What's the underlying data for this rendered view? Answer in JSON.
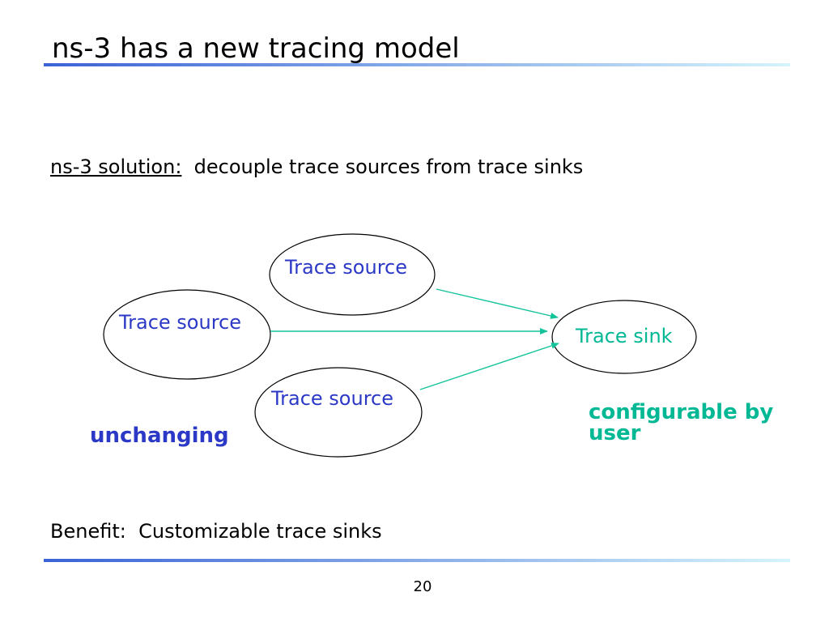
{
  "slide": {
    "title": "ns-3 has a new tracing model",
    "solution_label": "ns-3 solution:",
    "solution_text": "decouple trace sources from trace sinks",
    "benefit_label": "Benefit:",
    "benefit_text": "Customizable trace sinks",
    "page_number": "20"
  },
  "diagram": {
    "sources": [
      {
        "label": "Trace source"
      },
      {
        "label": "Trace source"
      },
      {
        "label": "Trace source"
      }
    ],
    "sink": {
      "label": "Trace sink"
    },
    "notes": {
      "unchanging": "unchanging",
      "configurable_line1": "configurable by",
      "configurable_line2": "user"
    }
  },
  "colors": {
    "source_text": "#2b39c6",
    "sink_text": "#00b894",
    "arrow": "#13c39a",
    "rule_dark": "#3a63d6",
    "rule_light": "#d6f4fb"
  }
}
